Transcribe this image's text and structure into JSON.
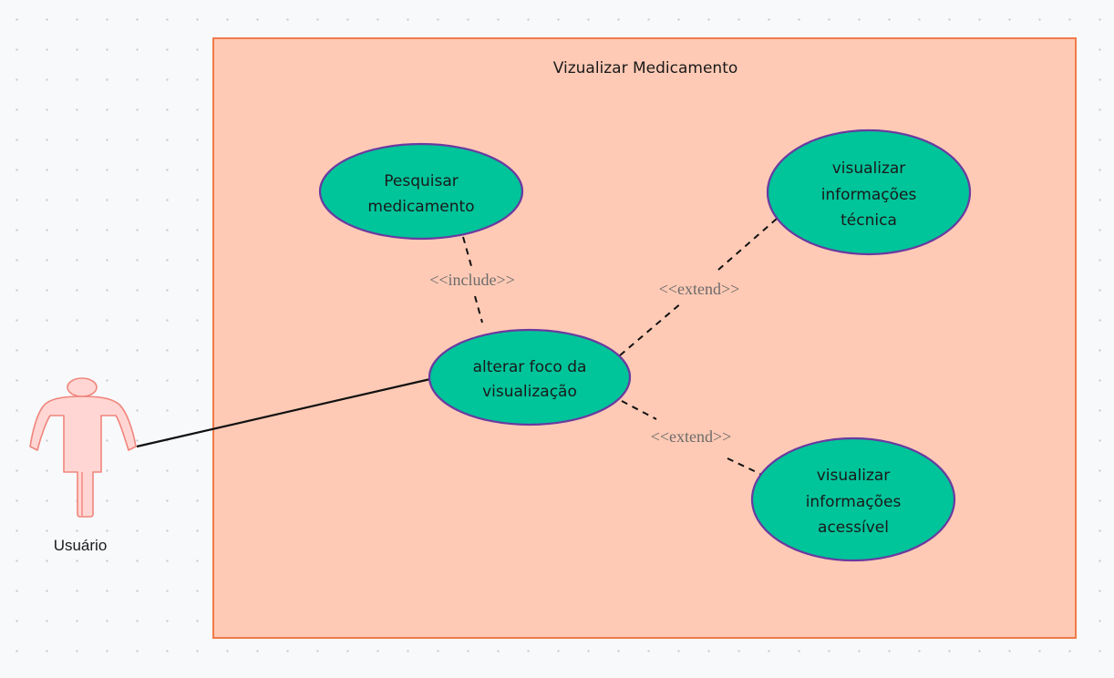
{
  "diagram": {
    "system_boundary": {
      "title": "Vizualizar  Medicamento"
    },
    "actor": {
      "label": "Usuário",
      "icon": "actor-stick-figure"
    },
    "use_cases": [
      {
        "id": "pesquisar",
        "lines": [
          "Pesquisar",
          "medicamento"
        ]
      },
      {
        "id": "alterar",
        "lines": [
          "alterar foco da",
          "visualização"
        ]
      },
      {
        "id": "tecnica",
        "lines": [
          "visualizar",
          "informações",
          "técnica"
        ]
      },
      {
        "id": "acessivel",
        "lines": [
          "visualizar",
          "informações",
          "acessível"
        ]
      }
    ],
    "relations": {
      "include": "<<include>>",
      "extend_tecnica": "<<extend>>",
      "extend_acessivel": "<<extend>>"
    },
    "colors": {
      "boundary_fill": "#ffcab5",
      "boundary_stroke": "#f07a4a",
      "use_case_fill": "#00c49a",
      "use_case_stroke": "#6a3aa0",
      "actor_fill": "#ffd6d3",
      "actor_stroke": "#f0857c",
      "line": "#111111"
    }
  }
}
